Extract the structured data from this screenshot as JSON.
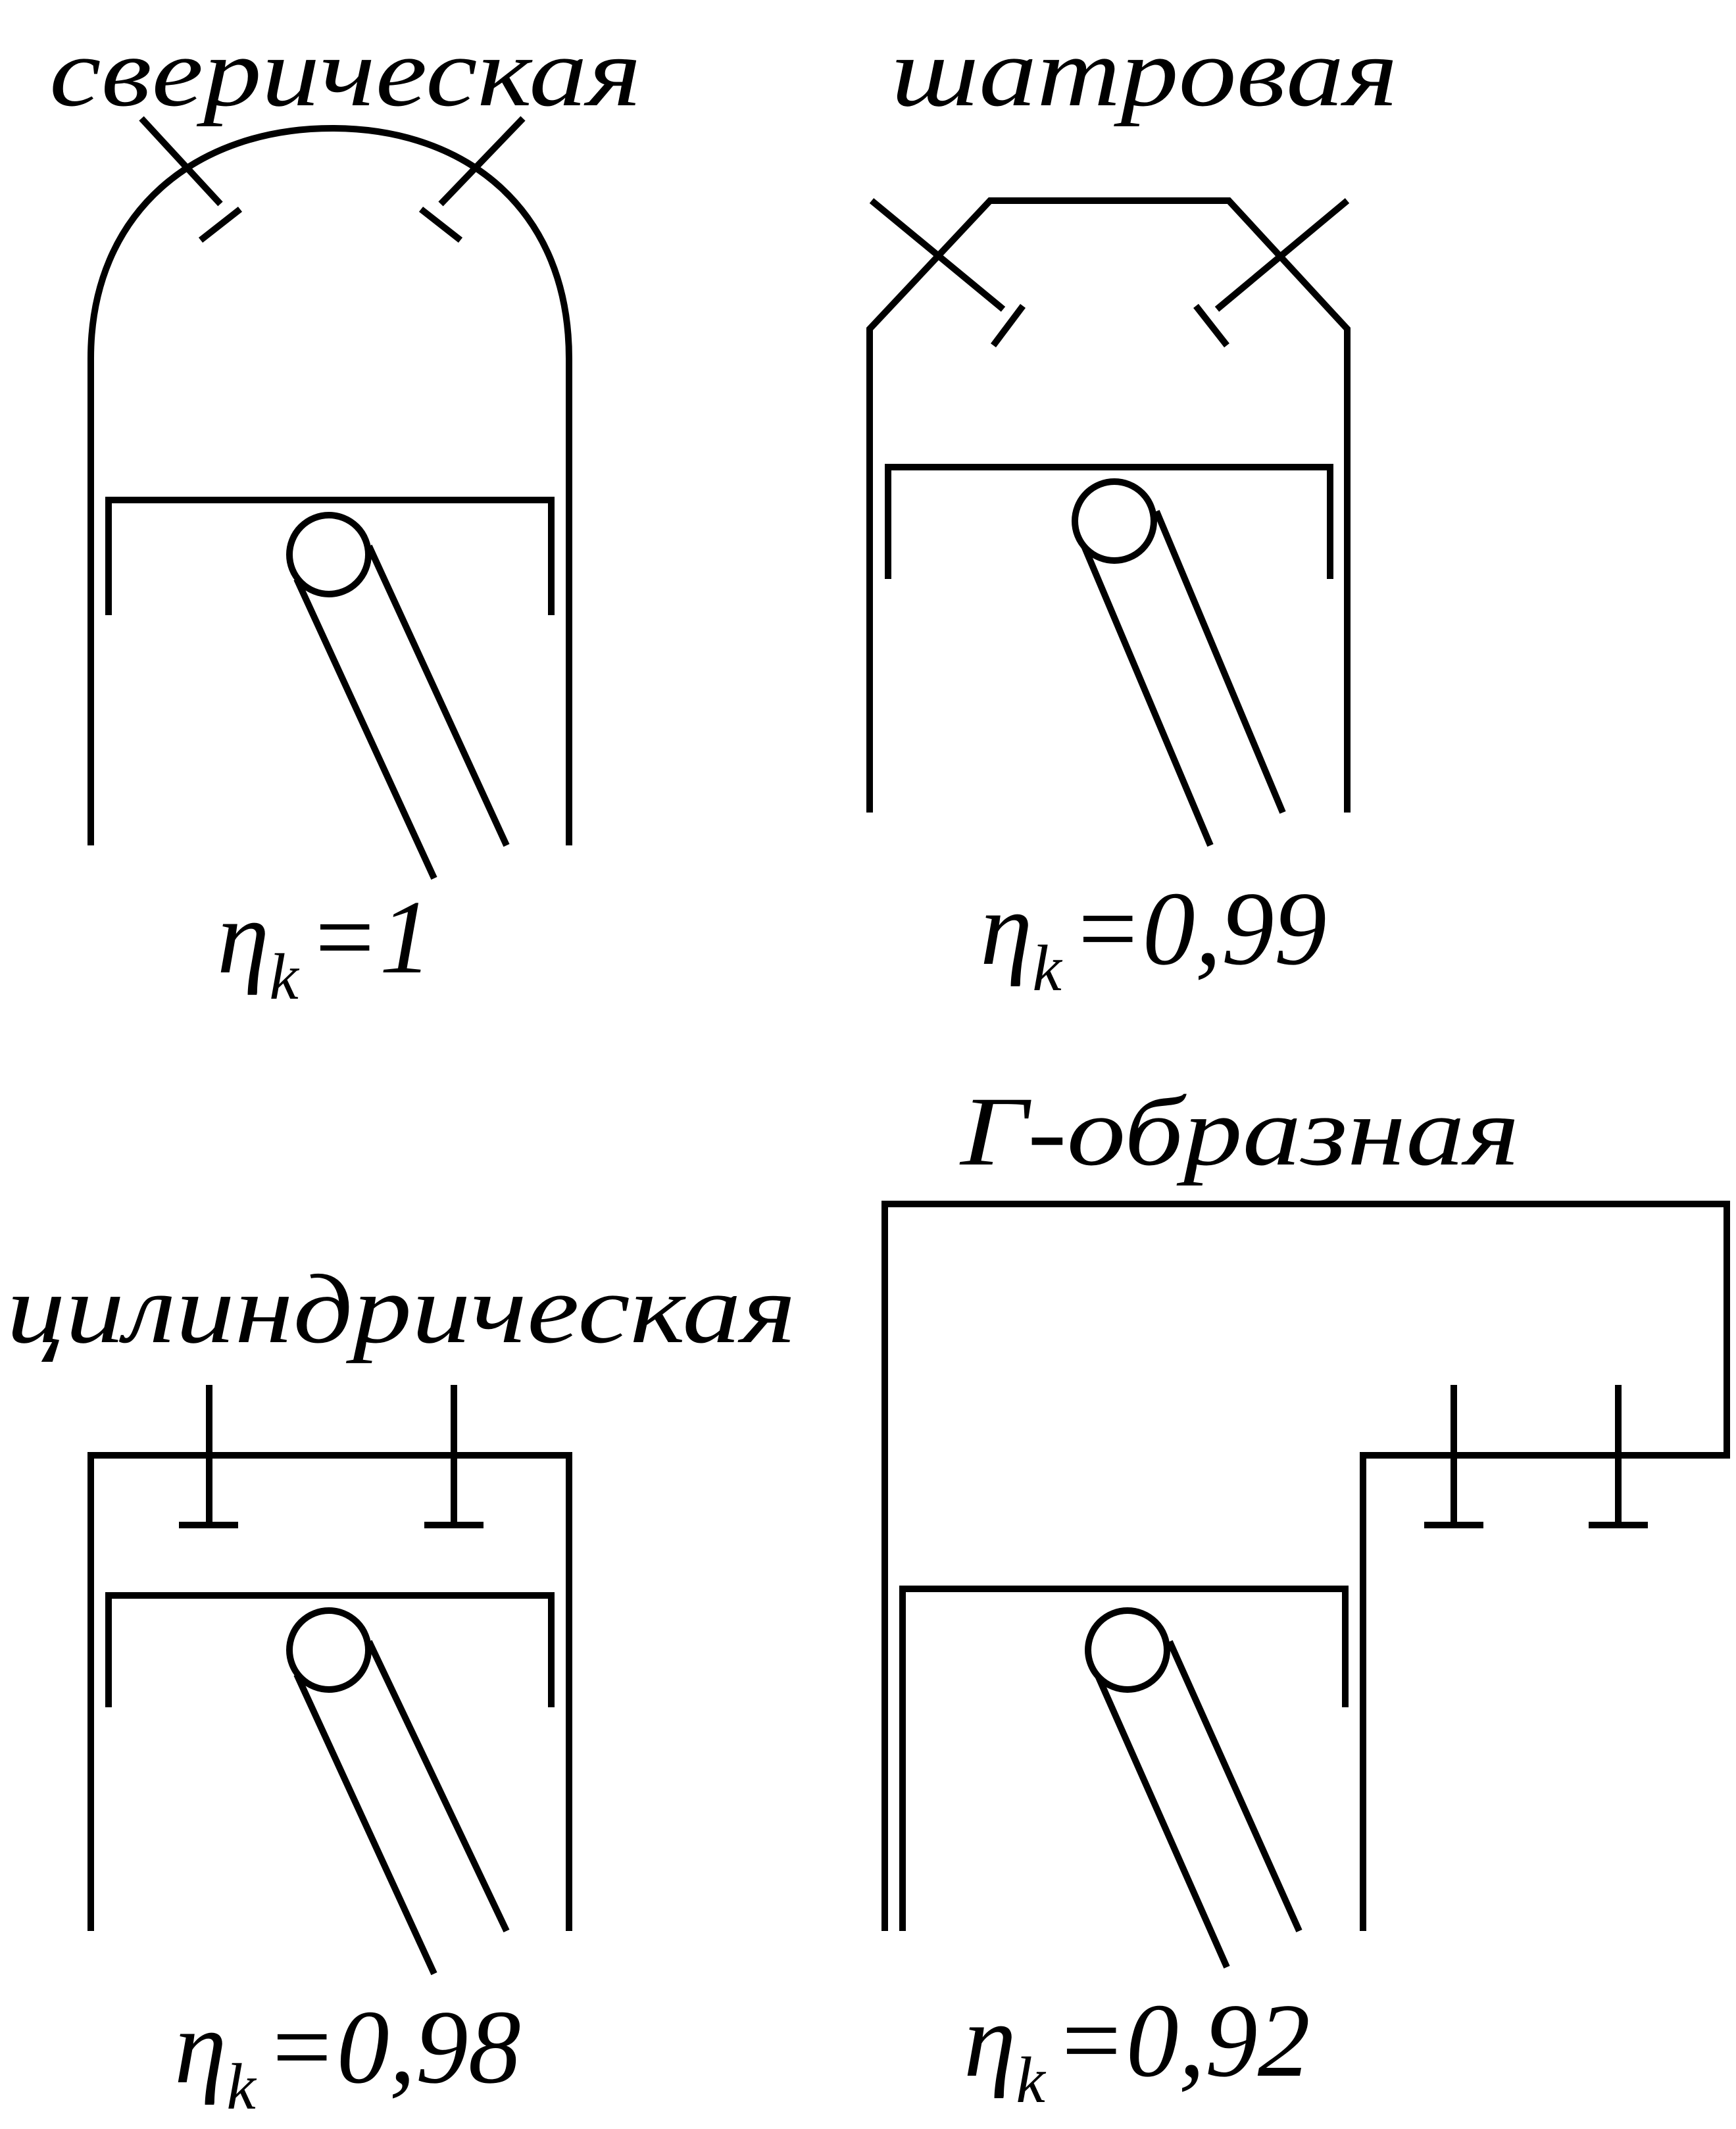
{
  "chambers": [
    {
      "id": "spherical",
      "name": "сверическая",
      "symbol": "η",
      "subscript": "k",
      "value": "=1"
    },
    {
      "id": "tent",
      "name": "шатровая",
      "symbol": "η",
      "subscript": "k",
      "value": "=0,99"
    },
    {
      "id": "cylindrical",
      "name": "цилиндрическая",
      "symbol": "η",
      "subscript": "k",
      "value": "=0,98"
    },
    {
      "id": "l-shaped",
      "name": "Г-образная",
      "symbol": "η",
      "subscript": "k",
      "value": "=0,92"
    }
  ]
}
